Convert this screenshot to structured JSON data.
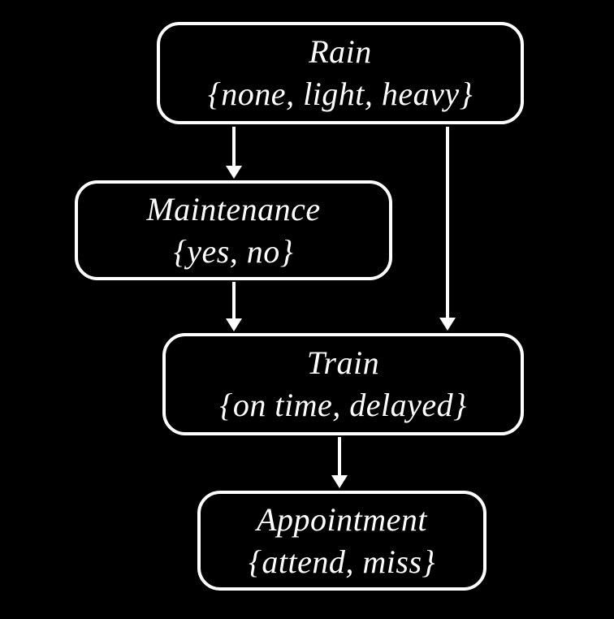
{
  "diagram": {
    "type": "bayesian-network",
    "background_color": "#000000",
    "node_border_color": "#ffffff",
    "node_fill_color": "#000000",
    "text_color": "#ffffff",
    "arrow_color": "#ffffff",
    "nodes": {
      "rain": {
        "label": "Rain",
        "values": "{none, light, heavy}"
      },
      "maintenance": {
        "label": "Maintenance",
        "values": "{yes, no}"
      },
      "train": {
        "label": "Train",
        "values": "{on time, delayed}"
      },
      "appointment": {
        "label": "Appointment",
        "values": "{attend, miss}"
      }
    },
    "edges": [
      {
        "from": "Rain",
        "to": "Maintenance"
      },
      {
        "from": "Rain",
        "to": "Train"
      },
      {
        "from": "Maintenance",
        "to": "Train"
      },
      {
        "from": "Train",
        "to": "Appointment"
      }
    ]
  }
}
